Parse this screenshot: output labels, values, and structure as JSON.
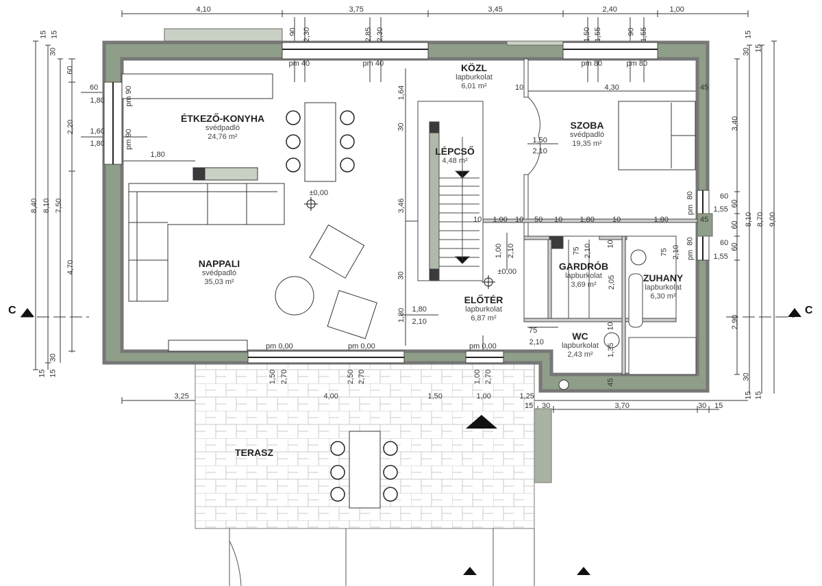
{
  "colors": {
    "wall": "#8f9e88",
    "wall_outer": "#a6a6a6",
    "planter": "#c9d1c4",
    "dark": "#3a3a3a"
  },
  "rooms": [
    {
      "name": "ÉTKEZŐ-KONYHA",
      "floor": "svédpadló",
      "area": "24,76 m²"
    },
    {
      "name": "KÖZL",
      "floor": "lapburkolat",
      "area": "6,01 m²"
    },
    {
      "name": "LÉPCSŐ",
      "floor": "",
      "area": "4,48 m²"
    },
    {
      "name": "SZOBA",
      "floor": "svédpadló",
      "area": "19,35 m²"
    },
    {
      "name": "NAPPALI",
      "floor": "svédpadló",
      "area": "35,03 m²"
    },
    {
      "name": "ELŐTÉR",
      "floor": "lapburkolat",
      "area": "6,87 m²"
    },
    {
      "name": "GARDRÓB",
      "floor": "lapburkolat",
      "area": "3,69 m²"
    },
    {
      "name": "ZUHANY",
      "floor": "lapburkolat",
      "area": "6,30 m²"
    },
    {
      "name": "WC",
      "floor": "lapburkolat",
      "area": "2,43 m²"
    },
    {
      "name": "TERASZ",
      "floor": "",
      "area": ""
    }
  ],
  "section_marks": [
    "C",
    "C"
  ],
  "dims": {
    "top": [
      "4,10",
      "3,75",
      "3,45",
      "2,40",
      "1,00"
    ],
    "top_windows": [
      "90",
      "2,30",
      "2,85",
      "2,30",
      "1,50",
      "1,55",
      "90",
      "1,55"
    ],
    "sill_levels": [
      "pm 40",
      "pm 40",
      "pm 80",
      "pm 80",
      "pm 0,00",
      "pm 0,00",
      "pm 0,00"
    ],
    "left": [
      "15",
      "30",
      "15",
      "60",
      "2,20",
      "4,70",
      "7,50",
      "8,10",
      "8,40",
      "30",
      "15",
      "15"
    ],
    "left_windows": [
      "60",
      "1,80",
      "pm 90",
      "1,60",
      "1,80",
      "pm 90",
      "1,80"
    ],
    "right": [
      "15",
      "30",
      "15",
      "3,40",
      "60",
      "60",
      "60",
      "2,90",
      "8,10",
      "8,70",
      "9,00",
      "30",
      "15",
      "15"
    ],
    "right_windows": [
      "60",
      "1,55",
      "80",
      "pm",
      "60",
      "1,55",
      "80",
      "pm",
      "45"
    ],
    "interior": [
      "10",
      "4,30",
      "45",
      "1,50",
      "2,10",
      "1,64",
      "30",
      "3,46",
      "30",
      "1,80",
      "1,80",
      "2,10",
      "10",
      "1,00",
      "10",
      "50",
      "10",
      "1,80",
      "10",
      "1,80",
      "1,00",
      "2,10",
      "±0,00",
      "75",
      "2,10",
      "10",
      "75",
      "2,10",
      "2,05",
      "10",
      "1,35",
      "45",
      "75",
      "2,10",
      "±0,00"
    ],
    "bottom": [
      "3,25",
      "4,00",
      "1,50",
      "1,00",
      "1,25",
      "15",
      "30",
      "3,70",
      "30",
      "15"
    ],
    "bottom_doors": [
      "1,50",
      "2,70",
      "2,50",
      "2,70",
      "1,00",
      "2,70"
    ]
  }
}
